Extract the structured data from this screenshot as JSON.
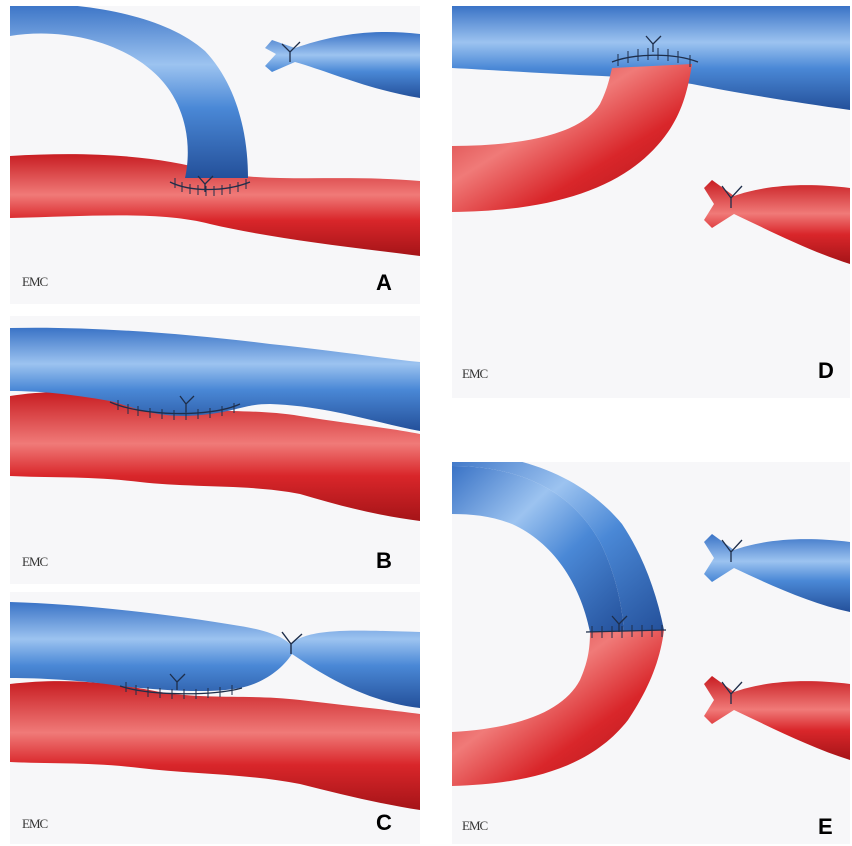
{
  "figure": {
    "colors": {
      "vein": "#3f7ed1",
      "vein_highlight": "#9cc3f0",
      "vein_dark": "#24509a",
      "artery": "#d9262a",
      "artery_highlight": "#f07a78",
      "artery_dark": "#a51418",
      "suture": "#1e2e4a",
      "background": "#f7f7f9"
    },
    "panels": [
      {
        "id": "A",
        "label": "A",
        "logo": "EMC"
      },
      {
        "id": "B",
        "label": "B",
        "logo": "EMC"
      },
      {
        "id": "C",
        "label": "C",
        "logo": "EMC"
      },
      {
        "id": "D",
        "label": "D",
        "logo": "EMC"
      },
      {
        "id": "E",
        "label": "E",
        "logo": "EMC"
      }
    ]
  }
}
